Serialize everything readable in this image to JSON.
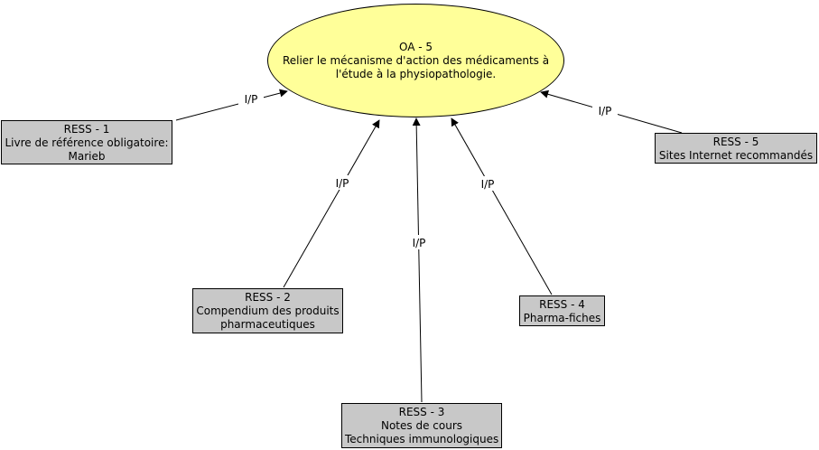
{
  "center": {
    "title": "OA - 5",
    "line1": "Relier le mécanisme d'action des médicaments à",
    "line2": "l'étude à la physiopathologie."
  },
  "resources": [
    {
      "title": "RESS - 1",
      "line1": "Livre de référence obligatoire:",
      "line2": "Marieb"
    },
    {
      "title": "RESS - 2",
      "line1": "Compendium des produits",
      "line2": "pharmaceutiques"
    },
    {
      "title": "RESS - 3",
      "line1": "Notes de cours",
      "line2": "Techniques immunologiques"
    },
    {
      "title": "RESS - 4",
      "line1": "Pharma-fiches"
    },
    {
      "title": "RESS - 5",
      "line1": "Sites Internet recommandés"
    }
  ],
  "edge_label": "I/P",
  "colors": {
    "center_fill": "#ffff99",
    "node_fill": "#c8c8c8",
    "line": "#000000"
  }
}
